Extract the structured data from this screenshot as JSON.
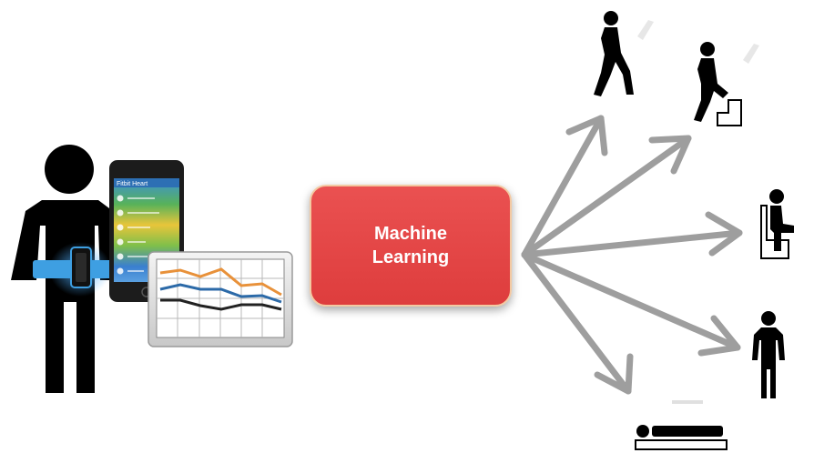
{
  "center_box": {
    "line1": "Machine",
    "line2": "Learning"
  },
  "phone": {
    "header": "Fitbit Heart"
  },
  "colors": {
    "box_fill": "#e44545",
    "box_border": "#f3c9a2",
    "arrow": "#9e9e9e",
    "figure": "#000000",
    "belt": "#3e9fe2",
    "chart_orange": "#e8913a",
    "chart_blue": "#2c6aa8",
    "chart_black": "#222222"
  },
  "activities": [
    "walking-icon",
    "climbing-stairs-icon",
    "sitting-icon",
    "standing-icon",
    "lying-icon"
  ]
}
